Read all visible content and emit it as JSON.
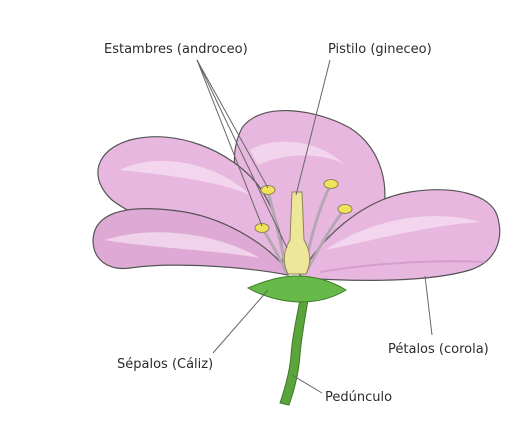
{
  "labels": {
    "stamens": "Estambres (androceo)",
    "pistil": "Pistilo (gineceo)",
    "sepals": "Sépalos (Cáliz)",
    "petals": "Pétalos (corola)",
    "peduncle": "Pedúnculo"
  },
  "colors": {
    "petal": "#e8b7e0",
    "petal_light": "#f4dcef",
    "petal_shade": "#cf93c6",
    "stem": "#5aa43c",
    "sepal": "#67b94a",
    "pistil": "#eee79a",
    "anther": "#f0e35a",
    "filament": "#b4a7b2",
    "outline": "#555555",
    "leader": "#666666"
  }
}
